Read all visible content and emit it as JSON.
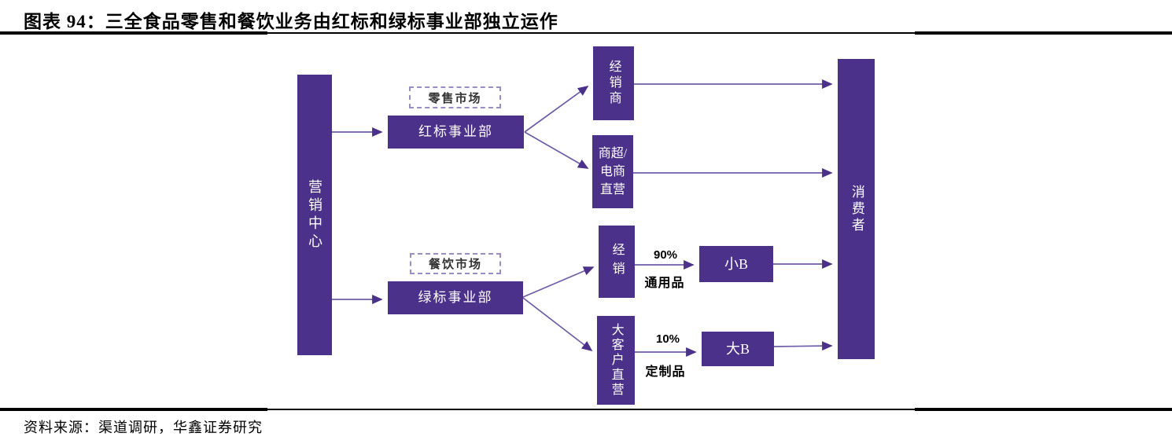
{
  "title": "图表 94：三全食品零售和餐饮业务由红标和绿标事业部独立运作",
  "source": "资料来源：渠道调研，华鑫证券研究",
  "colors": {
    "box_purple": "#4B3189",
    "arrow_line": "#6f5ca8",
    "arrow_head": "#4B3189",
    "tag_border": "#9a8cc4",
    "rule_black": "#000000",
    "text_white": "#ffffff"
  },
  "diagram": {
    "marketing_center": "营销中心",
    "retail_market_tag": "零售市场",
    "red_division": "红标事业部",
    "distributor": "经销商",
    "supermarket_ecommerce_lines": [
      "商超/",
      "电商",
      "直营"
    ],
    "catering_market_tag": "餐饮市场",
    "green_division": "绿标事业部",
    "distribution": "经销",
    "key_account_direct": "大客户直营",
    "small_b": "小B",
    "big_b": "大B",
    "consumer": "消费者",
    "pct_90": "90%",
    "general_goods": "通用品",
    "pct_10": "10%",
    "custom_goods": "定制品"
  }
}
